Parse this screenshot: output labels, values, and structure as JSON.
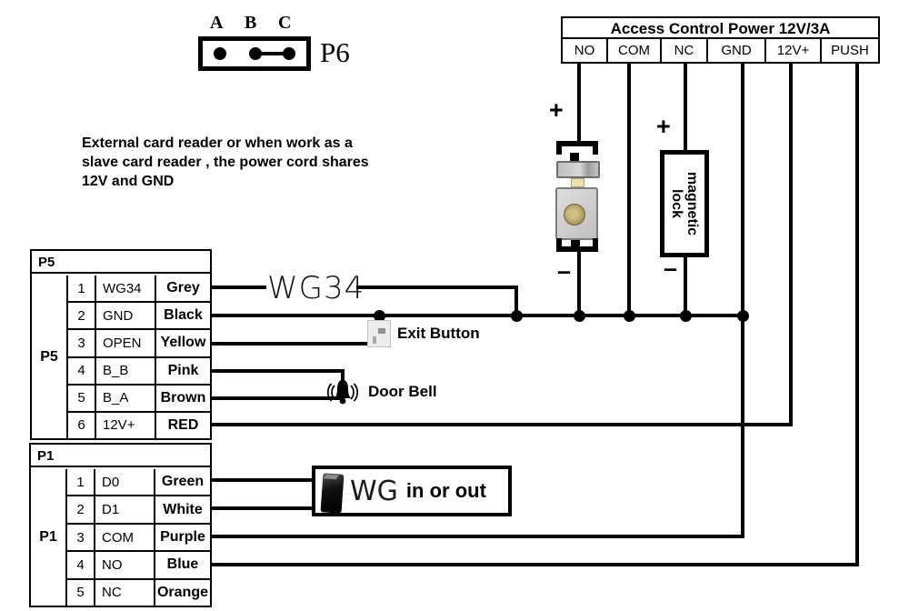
{
  "p6": {
    "label": "P6",
    "pin_labels": [
      "A",
      "B",
      "C"
    ],
    "jumper": "B-C"
  },
  "note": "External card reader or when work as a\nslave card reader , the power cord shares\n12V and GND",
  "power_supply": {
    "title": "Access Control Power 12V/3A",
    "terminals": [
      "NO",
      "COM",
      "NC",
      "GND",
      "12V+",
      "PUSH"
    ]
  },
  "p5": {
    "label": "P5",
    "rows": [
      {
        "pin": "1",
        "signal": "WG34",
        "color": "Grey"
      },
      {
        "pin": "2",
        "signal": "GND",
        "color": "Black"
      },
      {
        "pin": "3",
        "signal": "OPEN",
        "color": "Yellow"
      },
      {
        "pin": "4",
        "signal": "B_B",
        "color": "Pink"
      },
      {
        "pin": "5",
        "signal": "B_A",
        "color": "Brown"
      },
      {
        "pin": "6",
        "signal": "12V+",
        "color": "RED"
      }
    ]
  },
  "p1": {
    "label": "P1",
    "rows": [
      {
        "pin": "1",
        "signal": "D0",
        "color": "Green"
      },
      {
        "pin": "2",
        "signal": "D1",
        "color": "White"
      },
      {
        "pin": "3",
        "signal": "COM",
        "color": "Purple"
      },
      {
        "pin": "4",
        "signal": "NO",
        "color": "Blue"
      },
      {
        "pin": "5",
        "signal": "NC",
        "color": "Orange"
      }
    ]
  },
  "annotations": {
    "wg34": "WG34",
    "exit_button": "Exit Button",
    "door_bell": "Door Bell",
    "wg_reader_prefix": "WG",
    "wg_reader_suffix": "in or out",
    "magnetic_lock": "magnetic\nlock",
    "plus": "+",
    "minus": "–"
  },
  "colors": {
    "wire": "#000000",
    "background": "#ffffff",
    "lock_body_grey": "#c8c8c8",
    "lock_cylinder_brass": "#a3935c"
  }
}
